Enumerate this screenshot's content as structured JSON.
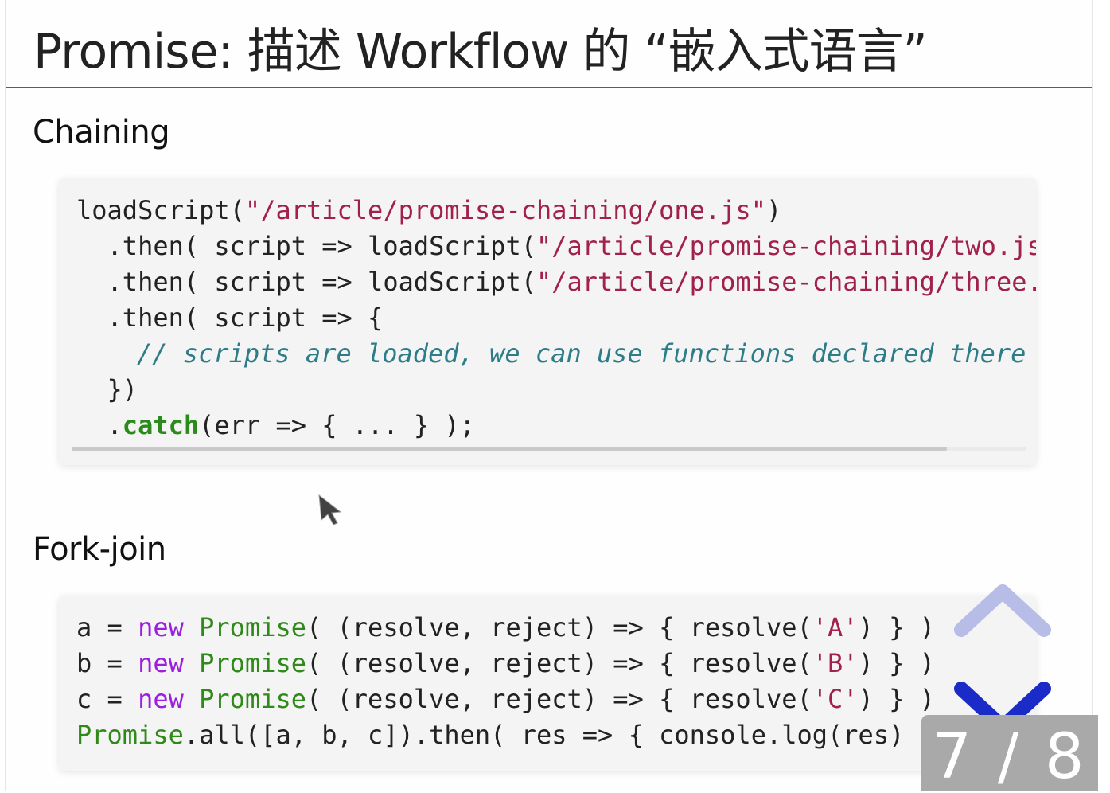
{
  "slide": {
    "title": "Promise: 描述 Workflow 的 “嵌入式语言”",
    "sections": [
      {
        "heading": "Chaining",
        "code": {
          "line1": [
            "loadScript(",
            "\"/article/promise-chaining/one.js\"",
            ")"
          ],
          "line2": [
            "  .then( script => loadScript(",
            "\"/article/promise-chaining/two.js\""
          ],
          "line3": [
            "  .then( script => loadScript(",
            "\"/article/promise-chaining/three.j"
          ],
          "line4": "  .then( script => {",
          "line5": "// scripts are loaded, we can use functions declared there",
          "line6": "  })",
          "line7": [
            "  .",
            "catch",
            "(err => { ... } );"
          ]
        }
      },
      {
        "heading": "Fork-join",
        "code": {
          "rows": [
            {
              "var": "a",
              "eq": " = ",
              "kw": "new",
              "cls": "Promise",
              "rest1": "( (resolve, reject) => { resolve(",
              "str": "'A'",
              "rest2": ") } )"
            },
            {
              "var": "b",
              "eq": " = ",
              "kw": "new",
              "cls": "Promise",
              "rest1": "( (resolve, reject) => { resolve(",
              "str": "'B'",
              "rest2": ") } )"
            },
            {
              "var": "c",
              "eq": " = ",
              "kw": "new",
              "cls": "Promise",
              "rest1": "( (resolve, reject) => { resolve(",
              "str": "'C'",
              "rest2": ") } )"
            }
          ],
          "last": {
            "cls": "Promise",
            "rest": ".all([a, b, c]).then( res => { console.log(res) } )"
          }
        }
      }
    ]
  },
  "navigation": {
    "up_icon": "chevron-up-icon",
    "down_icon": "chevron-down-icon",
    "counter": "7 / 8",
    "up_color": "#b8bde8",
    "down_color": "#1a2bc7"
  },
  "colors": {
    "string": "#a2214c",
    "keyword": "#9c1ee0",
    "class": "#2f8a19",
    "comment": "#2d7d88",
    "title_rule": "#7a4a72"
  }
}
